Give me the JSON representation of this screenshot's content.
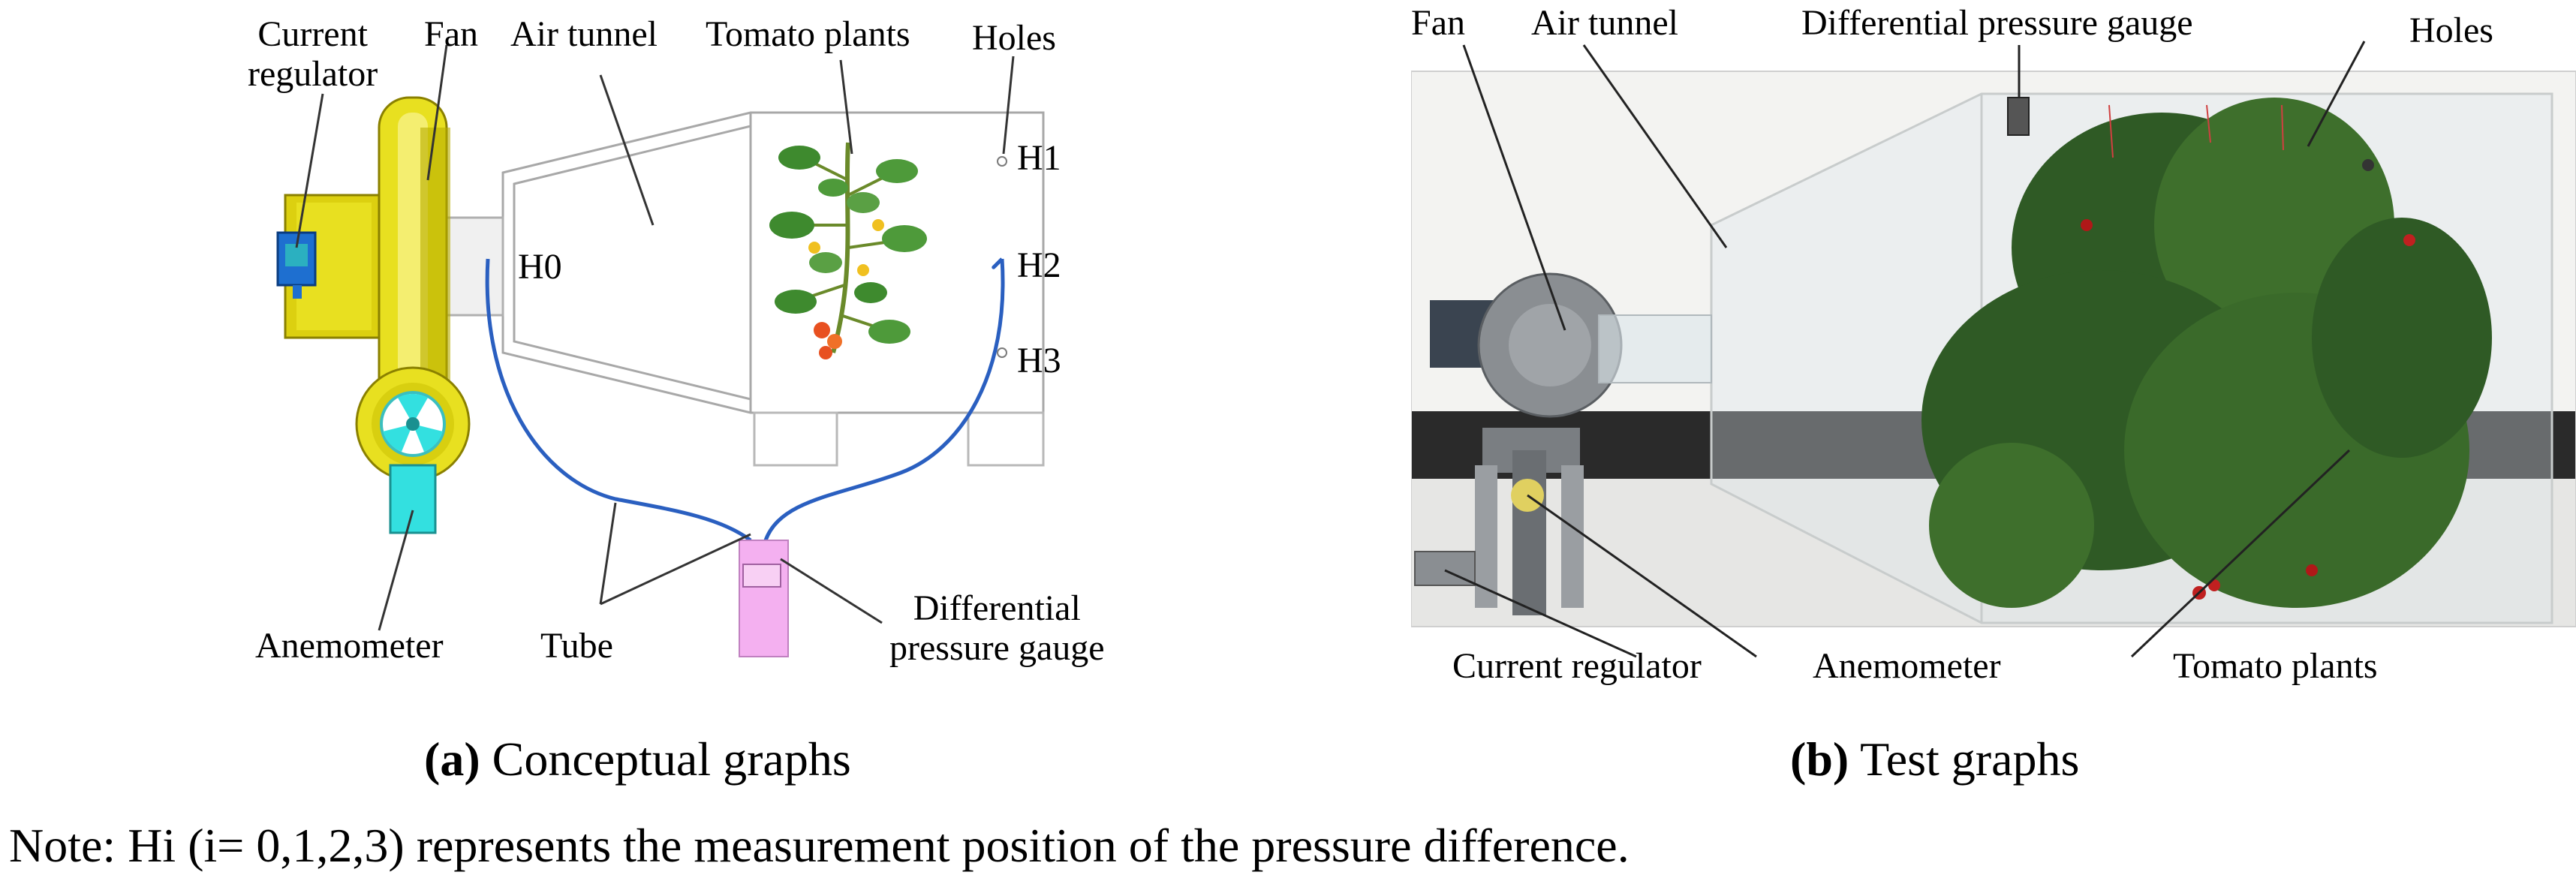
{
  "panel_a": {
    "labels": {
      "current_regulator": "Current\nregulator",
      "fan": "Fan",
      "air_tunnel": "Air tunnel",
      "tomato_plants": "Tomato plants",
      "holes": "Holes",
      "h0": "H0",
      "h1": "H1",
      "h2": "H2",
      "h3": "H3",
      "anemometer": "Anemometer",
      "tube": "Tube",
      "differential_pressure_gauge": "Differential\npressure gauge"
    },
    "caption_tag": "(a)",
    "caption_text": " Conceptual graphs"
  },
  "panel_b": {
    "labels": {
      "fan": "Fan",
      "air_tunnel": "Air tunnel",
      "differential_pressure_gauge": "Differential pressure gauge",
      "holes": "Holes",
      "current_regulator": "Current regulator",
      "anemometer": "Anemometer",
      "tomato_plants": "Tomato plants"
    },
    "caption_tag": "(b)",
    "caption_text": " Test graphs"
  },
  "note": "Note: Hi (i= 0,1,2,3) represents the measurement position of the pressure difference.",
  "colors": {
    "fan_yellow": "#e8e020",
    "regulator_blue": "#1e6fd0",
    "anemometer_cyan": "#33e0e0",
    "tube_blue": "#2a5fc0",
    "gauge_pink": "#f4b0f0",
    "plant_green": "#3e8a2e"
  }
}
